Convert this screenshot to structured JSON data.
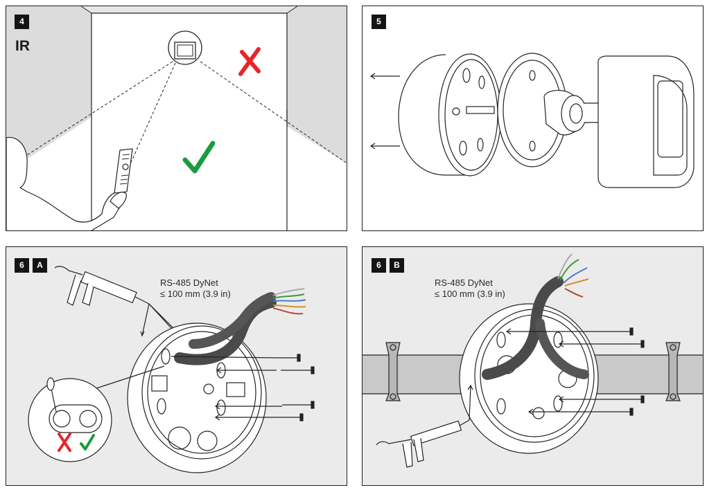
{
  "panels": {
    "step4": {
      "badge": "4",
      "mode_label": "IR"
    },
    "step5": {
      "badge": "5"
    },
    "step6a": {
      "badge": "6",
      "sub_badge": "A",
      "cable_spec": "RS-485 DyNet",
      "length_spec": "≤ 100 mm (3.9 in)"
    },
    "step6b": {
      "badge": "6",
      "sub_badge": "B",
      "cable_spec": "RS-485 DyNet",
      "length_spec": "≤ 100 mm (3.9 in)"
    }
  },
  "colors": {
    "correct": "#1a9c3e",
    "incorrect": "#e5262b",
    "badge": "#141414",
    "panel_grey": "#ebebeb",
    "wall_grey": "#dcdcdc"
  },
  "icons": [
    "check-icon",
    "cross-icon",
    "arrow-left-icon",
    "screw-icon",
    "sealant-gun-icon",
    "remote-control-icon"
  ]
}
